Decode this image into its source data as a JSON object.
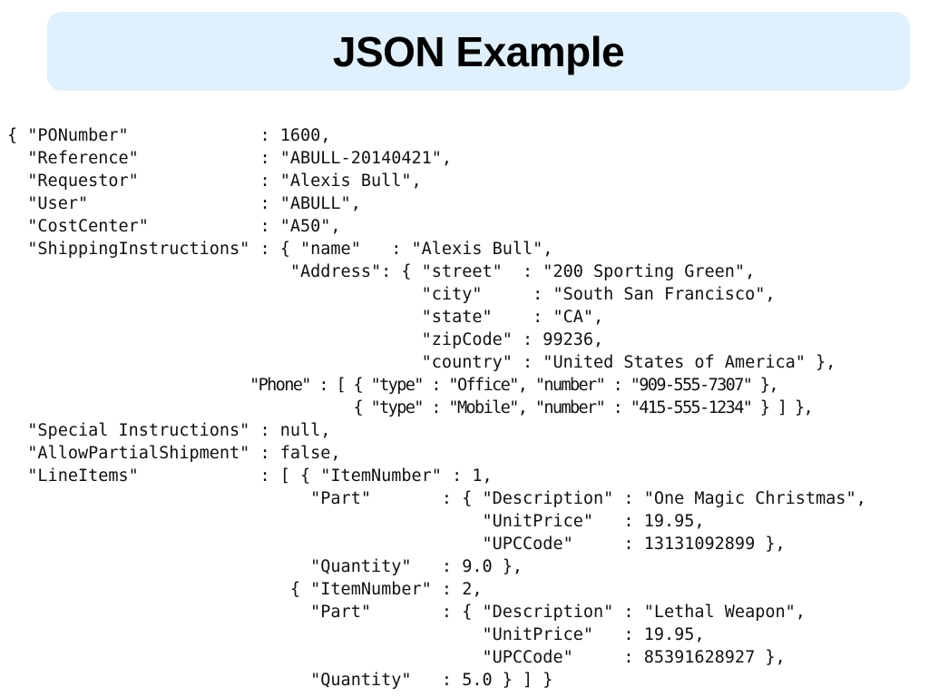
{
  "title": "JSON Example",
  "code_lines": [
    "{ \"PONumber\"             : 1600,",
    "  \"Reference\"            : \"ABULL-20140421\",",
    "  \"Requestor\"            : \"Alexis Bull\",",
    "  \"User\"                 : \"ABULL\",",
    "  \"CostCenter\"           : \"A50\",",
    "  \"ShippingInstructions\" : { \"name\"   : \"Alexis Bull\",",
    "                            \"Address\": { \"street\"  : \"200 Sporting Green\",",
    "                                         \"city\"     : \"South San Francisco\",",
    "                                         \"state\"    : \"CA\",",
    "                                         \"zipCode\" : 99236,",
    "                                         \"country\" : \"United States of America\" },",
    "                            \"Phone\" : [ { \"type\" : \"Office\", \"number\" : \"909-555-7307\" },",
    "                                        { \"type\" : \"Mobile\", \"number\" : \"415-555-1234\" } ] },",
    "  \"Special Instructions\" : null,",
    "  \"AllowPartialShipment\" : false,",
    "  \"LineItems\"            : [ { \"ItemNumber\" : 1,",
    "                              \"Part\"       : { \"Description\" : \"One Magic Christmas\",",
    "                                               \"UnitPrice\"   : 19.95,",
    "                                               \"UPCCode\"     : 13131092899 },",
    "                              \"Quantity\"   : 9.0 },",
    "                            { \"ItemNumber\" : 2,",
    "                              \"Part\"       : { \"Description\" : \"Lethal Weapon\",",
    "                                               \"UnitPrice\"   : 19.95,",
    "                                               \"UPCCode\"     : 85391628927 },",
    "                              \"Quantity\"   : 5.0 } ] }"
  ]
}
